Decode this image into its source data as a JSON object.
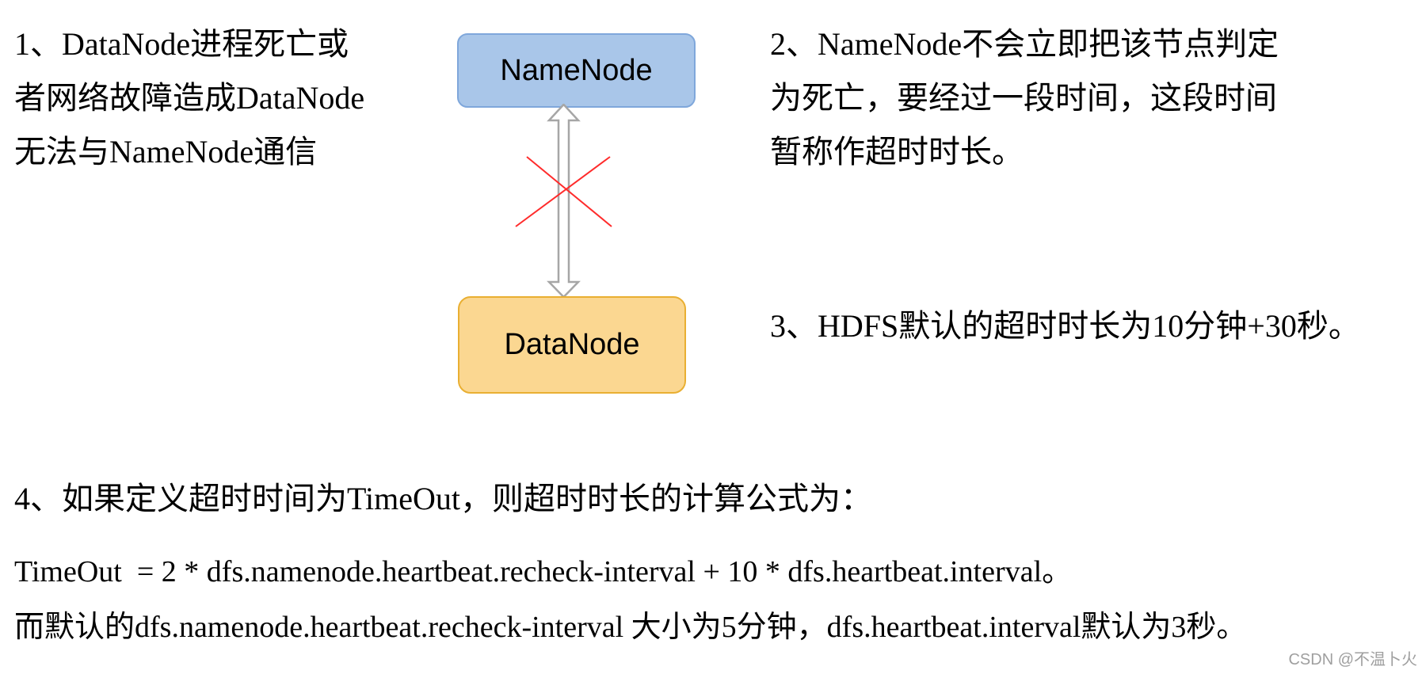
{
  "diagram": {
    "namenode": {
      "label": "NameNode"
    },
    "datanode": {
      "label": "DataNode"
    },
    "connector": {
      "type": "double-arrow",
      "status": "broken"
    }
  },
  "notes": {
    "n1": {
      "lines": [
        "1、DataNode进程死亡或",
        "者网络故障造成DataNode",
        "无法与NameNode通信"
      ]
    },
    "n2": {
      "lines": [
        "2、NameNode不会立即把该节点判定",
        "为死亡，要经过一段时间，这段时间",
        "暂称作超时时长。"
      ]
    },
    "n3": {
      "text": "3、HDFS默认的超时时长为10分钟+30秒。"
    },
    "n4": {
      "text": "4、如果定义超时时间为TimeOut，则超时时长的计算公式为："
    },
    "formula": {
      "text": "TimeOut  = 2 * dfs.namenode.heartbeat.recheck-interval + 10 * dfs.heartbeat.interval。"
    },
    "defaults": {
      "text": "而默认的dfs.namenode.heartbeat.recheck-interval 大小为5分钟，dfs.heartbeat.interval默认为3秒。"
    }
  },
  "watermark": {
    "text": "CSDN @不温卜火"
  },
  "colors": {
    "page-bg": "#FFFFFF",
    "text": "#000000",
    "namenode-fill": "#A9C6E9",
    "namenode-border": "#7FA7DB",
    "datanode-fill": "#FBD791",
    "datanode-border": "#E9AF32",
    "arrow-stroke": "#A6A6A6",
    "x-stroke": "#FF2B2B",
    "watermark": "#9F9F9F"
  }
}
